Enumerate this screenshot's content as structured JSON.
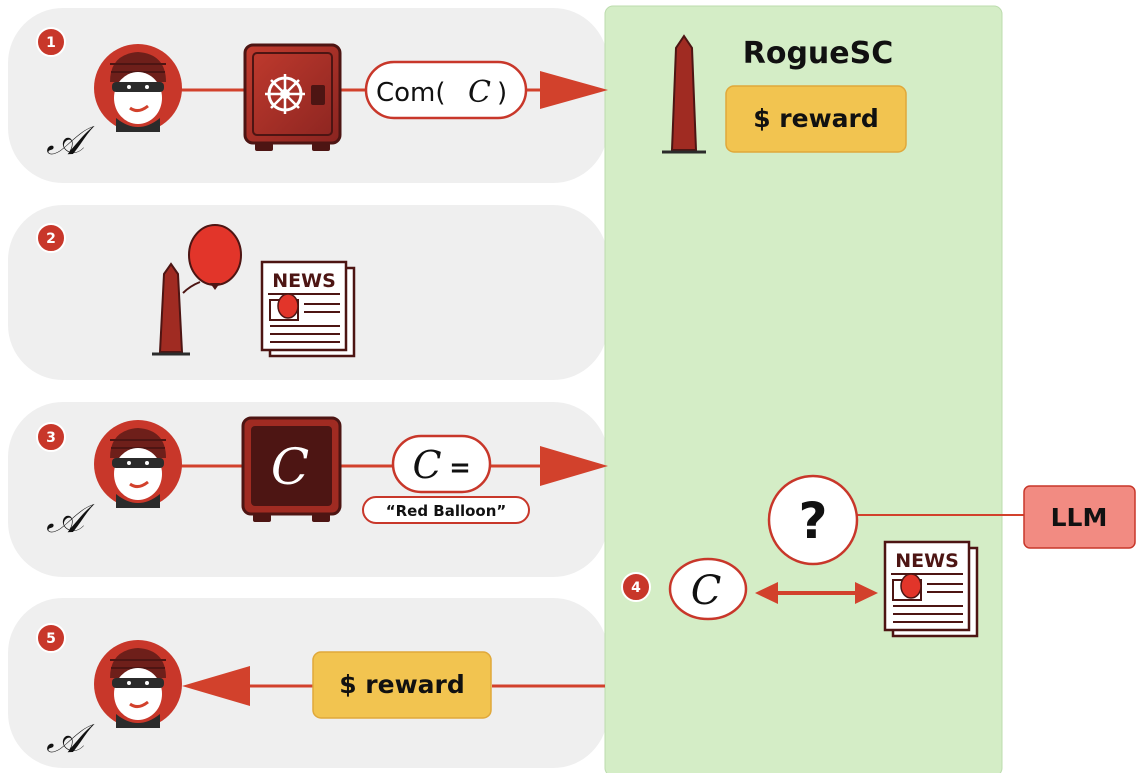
{
  "steps": [
    {
      "number": "1",
      "adversary": "𝒜",
      "commitment_label": "Com(",
      "commitment_var": "C",
      "commitment_close": ")"
    },
    {
      "number": "2"
    },
    {
      "number": "3",
      "adversary": "𝒜",
      "safe_var": "C",
      "reveal_var": "C",
      "reveal_eq": "=",
      "reveal_value": "“Red Balloon”"
    },
    {
      "number": "4",
      "claim_var": "C",
      "question": "?"
    },
    {
      "number": "5",
      "adversary": "𝒜",
      "payout": "$ reward"
    }
  ],
  "contract": {
    "title": "RogueSC",
    "reward": "$ reward"
  },
  "oracle": {
    "label": "LLM"
  },
  "news": {
    "label": "NEWS"
  },
  "colors": {
    "panel": "#efefef",
    "contract_bg": "#d4edc6",
    "accent_red": "#d2412c",
    "dark_red": "#6e1f1a",
    "reward_fill": "#f2c450",
    "llm_fill": "#f28b82"
  }
}
